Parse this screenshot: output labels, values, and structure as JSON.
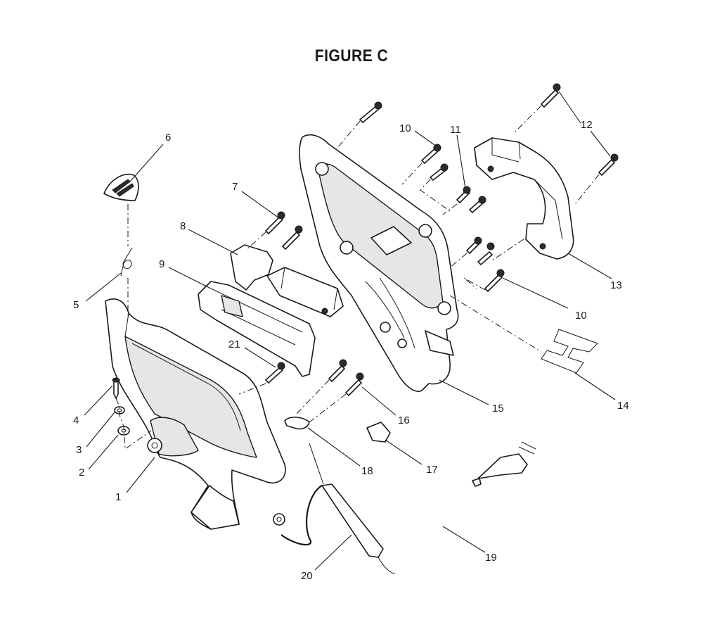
{
  "figure": {
    "title": "FIGURE C"
  },
  "callouts": {
    "c1": "1",
    "c2": "2",
    "c3": "3",
    "c4": "4",
    "c5": "5",
    "c6": "6",
    "c7": "7",
    "c8": "8",
    "c9": "9",
    "c10a": "10",
    "c10b": "10",
    "c11": "11",
    "c12": "12",
    "c13": "13",
    "c14": "14",
    "c15": "15",
    "c16": "16",
    "c17": "17",
    "c18": "18",
    "c19": "19",
    "c20": "20",
    "c21": "21"
  }
}
